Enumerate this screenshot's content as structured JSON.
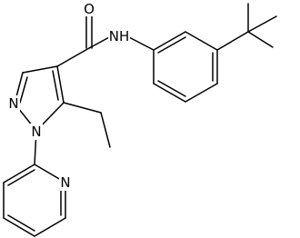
{
  "colors": {
    "bond": "#000000",
    "label": "#000000",
    "background": "#ffffff"
  },
  "atoms": {
    "O": {
      "label": "O"
    },
    "NH": {
      "label": "NH"
    },
    "N2": {
      "label": "N"
    },
    "N1": {
      "label": "N"
    },
    "Npy": {
      "label": "N"
    }
  }
}
